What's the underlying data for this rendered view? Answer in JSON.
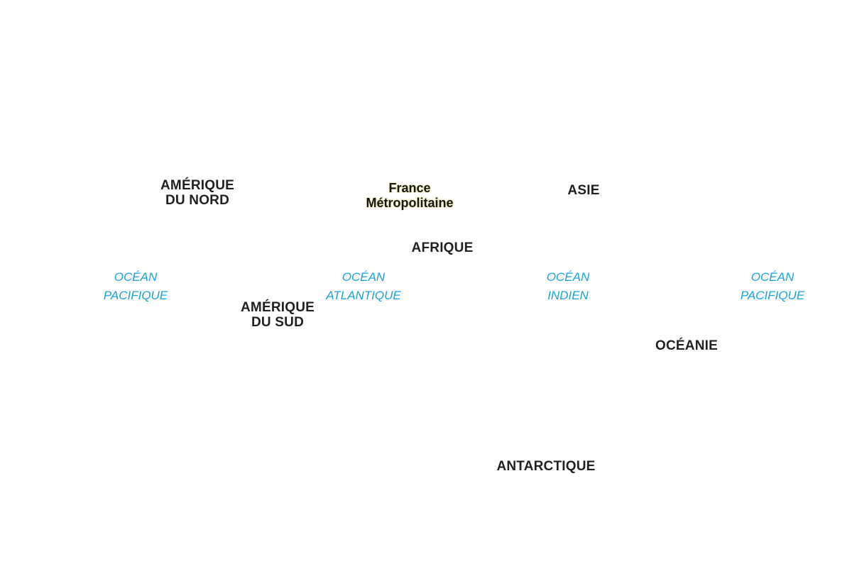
{
  "map": {
    "france": {
      "line1": "France",
      "line2": "Métropolitaine"
    },
    "continents": {
      "north_america": {
        "line1": "AMÉRIQUE",
        "line2": "DU NORD"
      },
      "south_america": {
        "line1": "AMÉRIQUE",
        "line2": "DU SUD"
      },
      "asia": "ASIE",
      "africa": "AFRIQUE",
      "oceania": "OCÉANIE",
      "antarctica": "ANTARCTIQUE"
    },
    "oceans": {
      "pacific_west": {
        "line1": "OCÉAN",
        "line2": "PACIFIQUE"
      },
      "atlantic": {
        "line1": "OCÉAN",
        "line2": "ATLANTIQUE"
      },
      "indian": {
        "line1": "OCÉAN",
        "line2": "INDIEN"
      },
      "pacific_east": {
        "line1": "OCÉAN",
        "line2": "PACIFIQUE"
      }
    },
    "colors": {
      "continent_label": "#231f20",
      "ocean_label": "#1aa2dc",
      "france_halo": "#f3f0c8",
      "background": "#ffffff"
    }
  }
}
